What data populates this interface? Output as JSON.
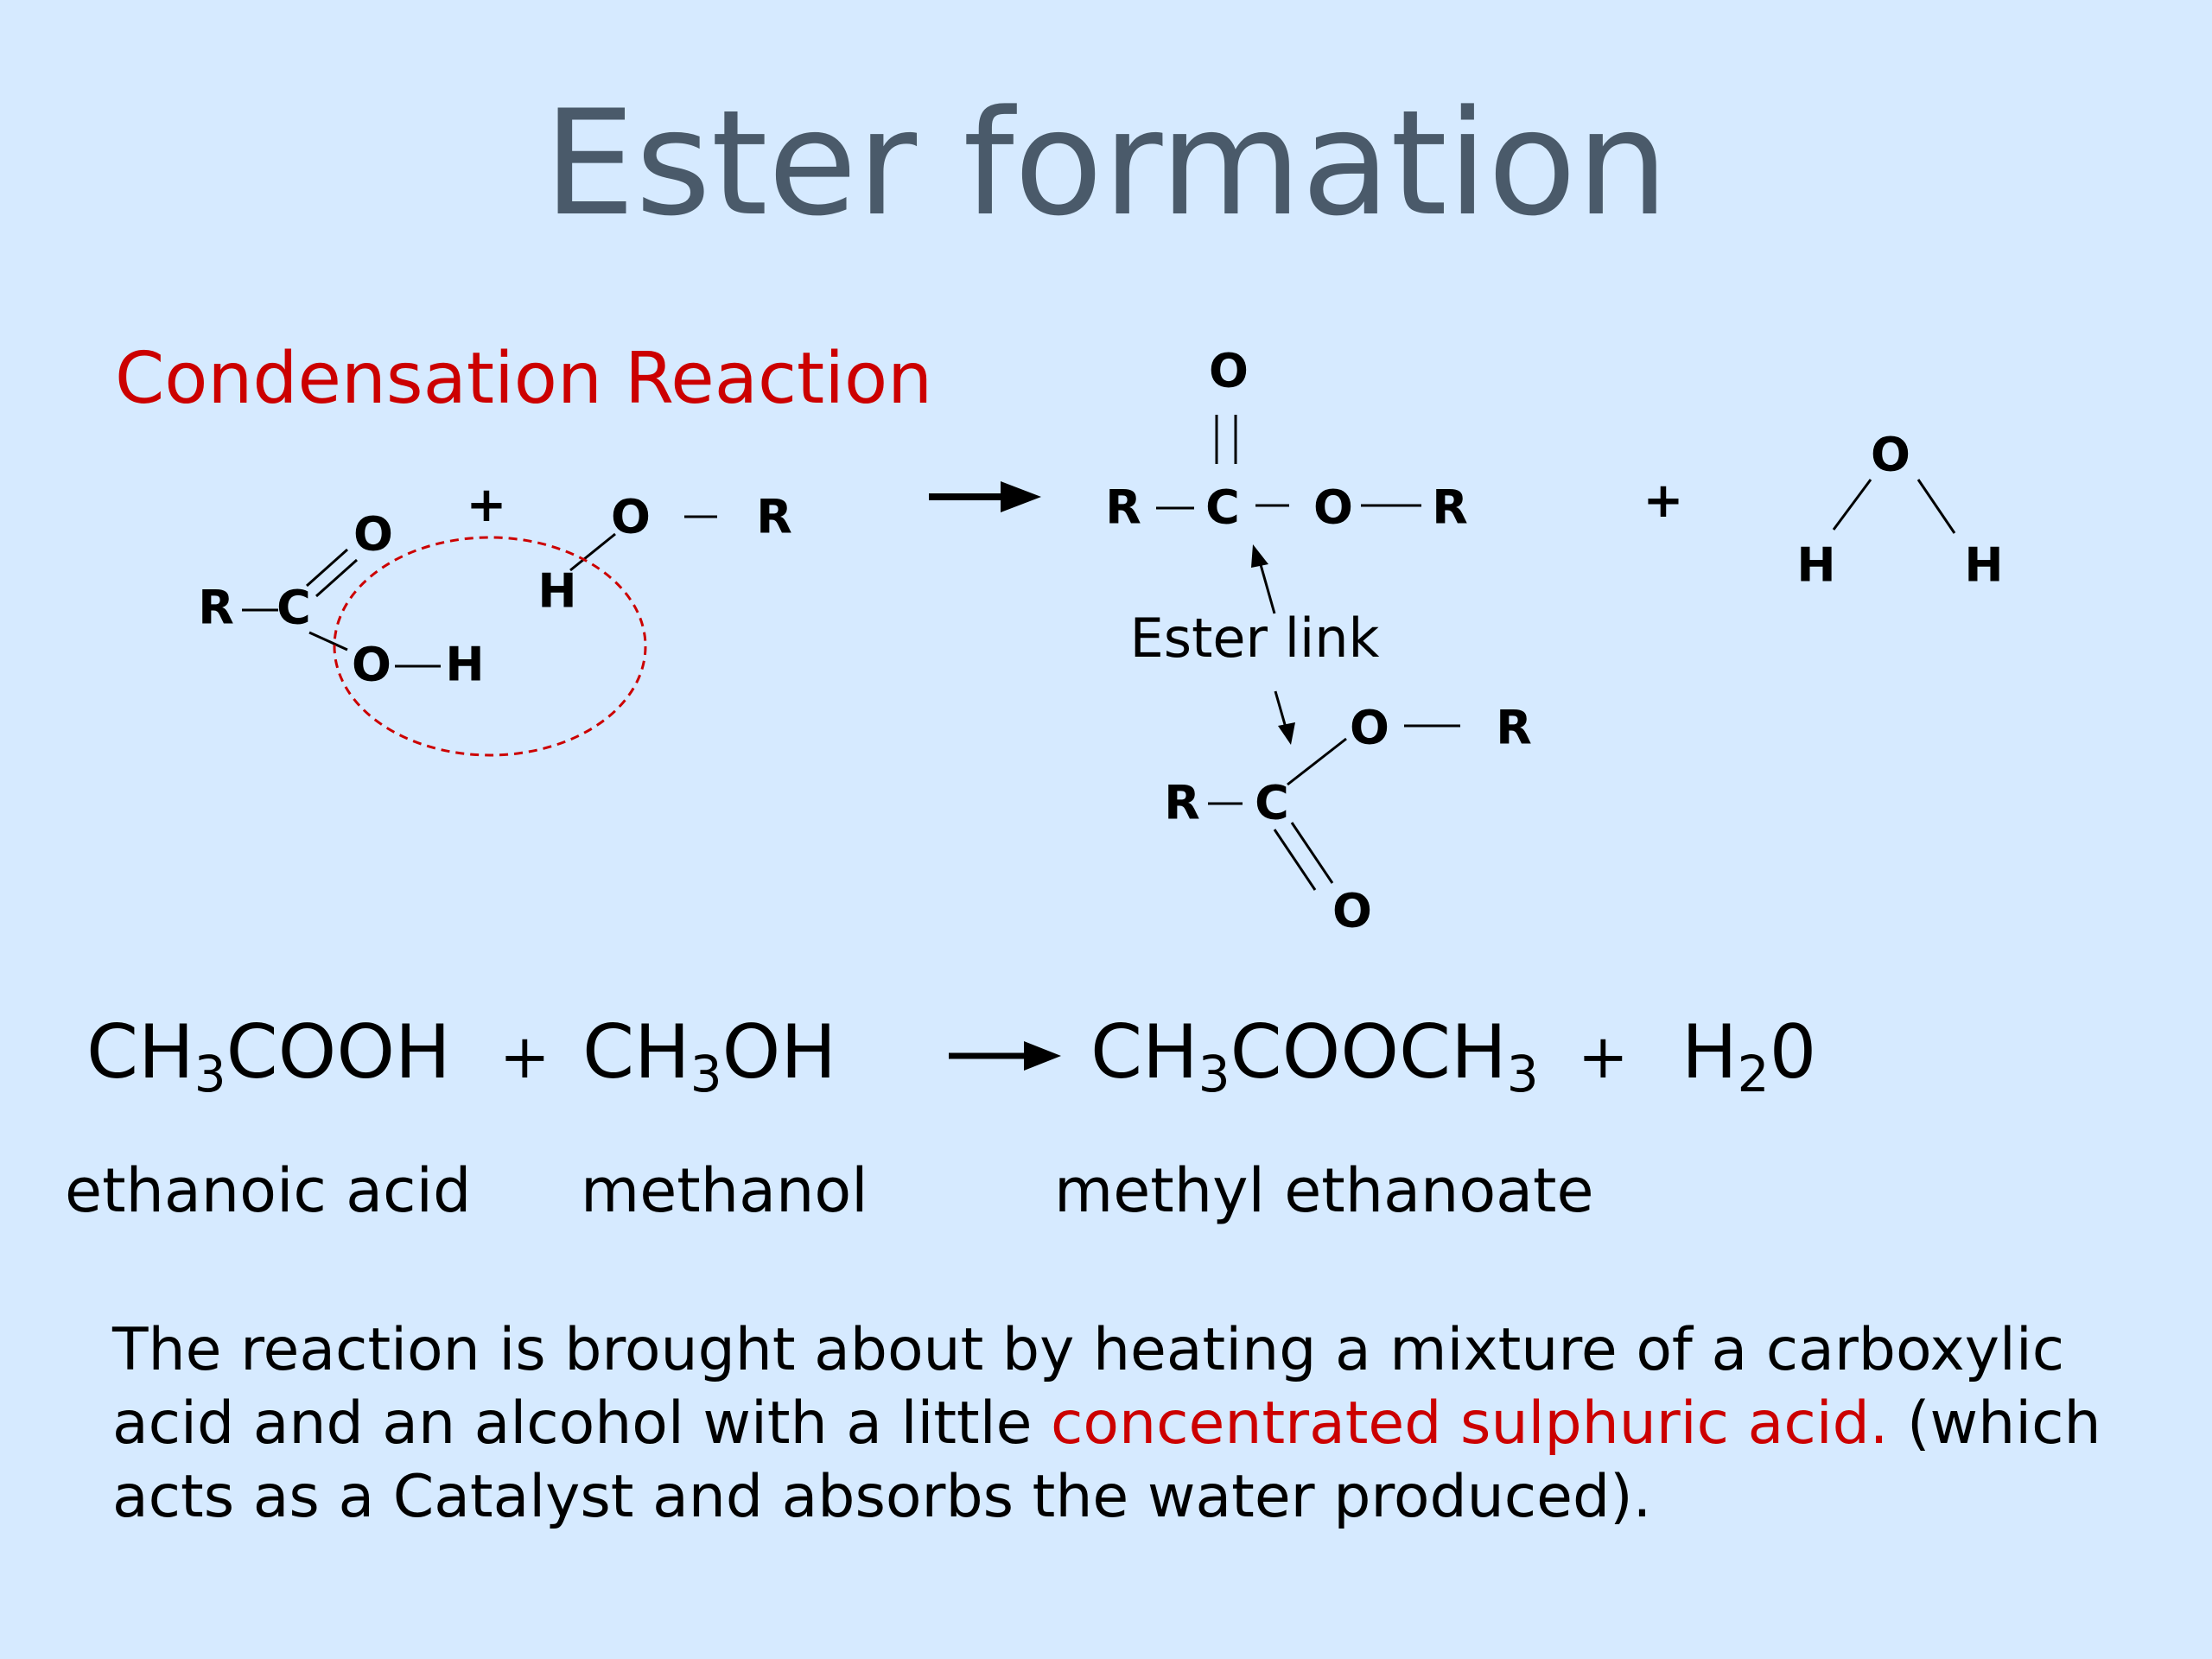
{
  "slide": {
    "title": "Ester formation",
    "subtitle": "Condensation Reaction"
  },
  "structures": {
    "plus": "+",
    "acid": {
      "r": "R",
      "c": "C",
      "o_double": "O",
      "o_single": "O",
      "h": "H"
    },
    "alcohol": {
      "o": "O",
      "h": "H",
      "r": "R"
    },
    "ester_linear": {
      "r1": "R",
      "c": "C",
      "o_top": "O",
      "o_link": "O",
      "r2": "R"
    },
    "water": {
      "o": "O",
      "h1": "H",
      "h2": "H"
    },
    "ester_link_label": "Ester link",
    "ester_alt": {
      "r1": "R",
      "c": "C",
      "o_link": "O",
      "r2": "R",
      "o_double": "O"
    },
    "colors": {
      "circle": "#cc0000",
      "text": "#000000"
    }
  },
  "equation": {
    "acid_formula": {
      "a": "CH",
      "sub": "3",
      "b": "COOH"
    },
    "plus1": "+",
    "alcohol_formula": {
      "a": "CH",
      "sub": "3",
      "b": "OH"
    },
    "ester_formula": {
      "a": "CH",
      "sub1": "3",
      "b": "COOCH",
      "sub2": "3"
    },
    "plus2": "+",
    "water_formula": {
      "a": "H",
      "sub": "2",
      "b": "0"
    },
    "names": {
      "acid": "ethanoic acid",
      "alcohol": "methanol",
      "ester": "methyl ethanoate"
    }
  },
  "description": {
    "part1": "The reaction is brought about by heating a mixture of a carboxylic acid and an alcohol with a little ",
    "highlight": "concentrated sulphuric acid.",
    "part2": " (which acts as a Catalyst and absorbs the water produced)."
  },
  "colors": {
    "background": "#d6eaff",
    "title": "#4a5a6a",
    "accent_red": "#cc0000"
  }
}
